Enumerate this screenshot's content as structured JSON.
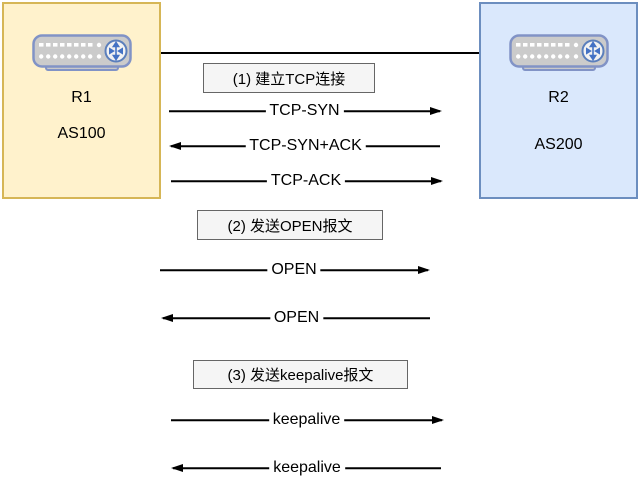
{
  "actors": [
    {
      "name": "R1",
      "as_number": "AS100",
      "fill": "#FFF2CC",
      "stroke": "#D6B656"
    },
    {
      "name": "R2",
      "as_number": "AS200",
      "fill": "#DAE8FC",
      "stroke": "#6C8EBF"
    }
  ],
  "link": {
    "type": "physical-connection"
  },
  "steps": [
    {
      "label": "(1) 建立TCP连接"
    },
    {
      "label": "(2) 发送OPEN报文"
    },
    {
      "label": "(3) 发送keepalive报文"
    }
  ],
  "messages": [
    {
      "label": "TCP-SYN",
      "direction": "right",
      "from": "R1",
      "to": "R2"
    },
    {
      "label": "TCP-SYN+ACK",
      "direction": "left",
      "from": "R2",
      "to": "R1"
    },
    {
      "label": "TCP-ACK",
      "direction": "right",
      "from": "R1",
      "to": "R2"
    },
    {
      "label": "OPEN",
      "direction": "right",
      "from": "R1",
      "to": "R2"
    },
    {
      "label": "OPEN",
      "direction": "left",
      "from": "R2",
      "to": "R1"
    },
    {
      "label": "keepalive",
      "direction": "right",
      "from": "R1",
      "to": "R2"
    },
    {
      "label": "keepalive",
      "direction": "left",
      "from": "R2",
      "to": "R1"
    }
  ],
  "colors": {
    "background": "#FFFFFF",
    "arrow": "#000000",
    "step_box_fill": "#F5F5F5",
    "step_box_border": "#666666",
    "router_body": "#CBCBCB",
    "router_border": "#8193C6",
    "router_glyph": "#4472C4"
  }
}
